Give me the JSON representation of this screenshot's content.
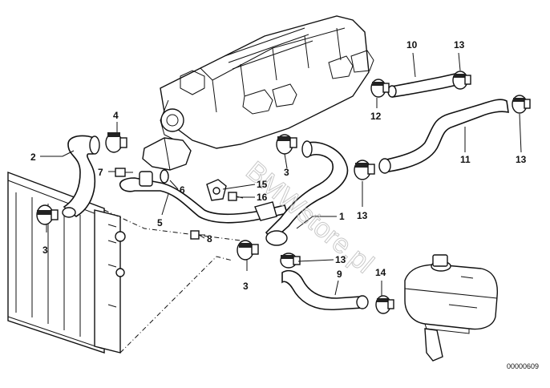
{
  "callouts": {
    "n1": "1",
    "n2": "2",
    "n3a": "3",
    "n3b": "3",
    "n3c": "3",
    "n4": "4",
    "n5": "5",
    "n6": "6",
    "n7": "7",
    "n8": "8",
    "n9": "9",
    "n10": "10",
    "n11": "11",
    "n12": "12",
    "n13a": "13",
    "n13b": "13",
    "n13c": "13",
    "n13d": "13",
    "n14": "14",
    "n15": "15",
    "n16": "16"
  },
  "diagram_code": "00000609",
  "watermark": "BMWstore.pl"
}
